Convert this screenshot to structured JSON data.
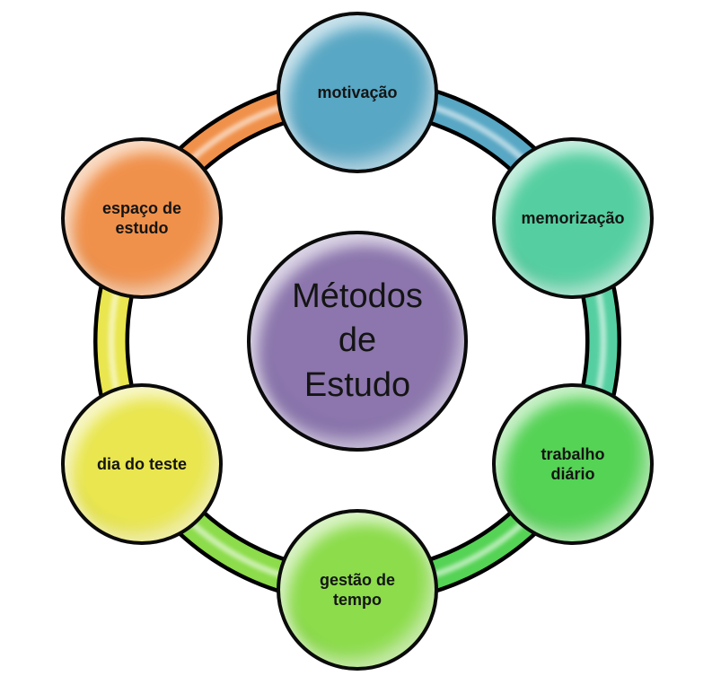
{
  "diagram": {
    "background": "#ffffff",
    "outline_color": "#000000",
    "text_color": "#141414",
    "sheen_color": "#ffffff",
    "center": {
      "id": "metodos-de-estudo",
      "label": "Métodos\nde\nEstudo",
      "color": "#8c76ad",
      "dark": "#73609a",
      "light": "#b5a3cc"
    },
    "nodes": [
      {
        "id": "motivacao",
        "label": "motivação",
        "color": "#58a7c4",
        "dark": "#3f87a8",
        "light": "#aedbea"
      },
      {
        "id": "memorizacao",
        "label": "memorização",
        "color": "#55cfa1",
        "dark": "#36ad81",
        "light": "#b4efdb"
      },
      {
        "id": "trabalho-diario",
        "label": "trabalho\ndiário",
        "color": "#55d355",
        "dark": "#37b237",
        "light": "#b6f2b2"
      },
      {
        "id": "gestao-de-tempo",
        "label": "gestão de\ntempo",
        "color": "#8cdc4b",
        "dark": "#6ec02c",
        "light": "#d6f5ae"
      },
      {
        "id": "dia-do-teste",
        "label": "dia do teste",
        "color": "#e9e64f",
        "dark": "#ccc92d",
        "light": "#f8f6b4"
      },
      {
        "id": "espaco-de-estudo",
        "label": "espaço de\nestudo",
        "color": "#f0914b",
        "dark": "#d4732c",
        "light": "#fbcfa5"
      }
    ],
    "arcs": [
      {
        "from": "motivacao",
        "to": "memorizacao",
        "color_of": 0
      },
      {
        "from": "memorizacao",
        "to": "trabalho-diario",
        "color_of": 1
      },
      {
        "from": "trabalho-diario",
        "to": "gestao-de-tempo",
        "color_of": 2
      },
      {
        "from": "gestao-de-tempo",
        "to": "dia-do-teste",
        "color_of": 3
      },
      {
        "from": "dia-do-teste",
        "to": "espaco-de-estudo",
        "color_of": 4
      },
      {
        "from": "espaco-de-estudo",
        "to": "motivacao",
        "color_of": 5
      }
    ]
  }
}
